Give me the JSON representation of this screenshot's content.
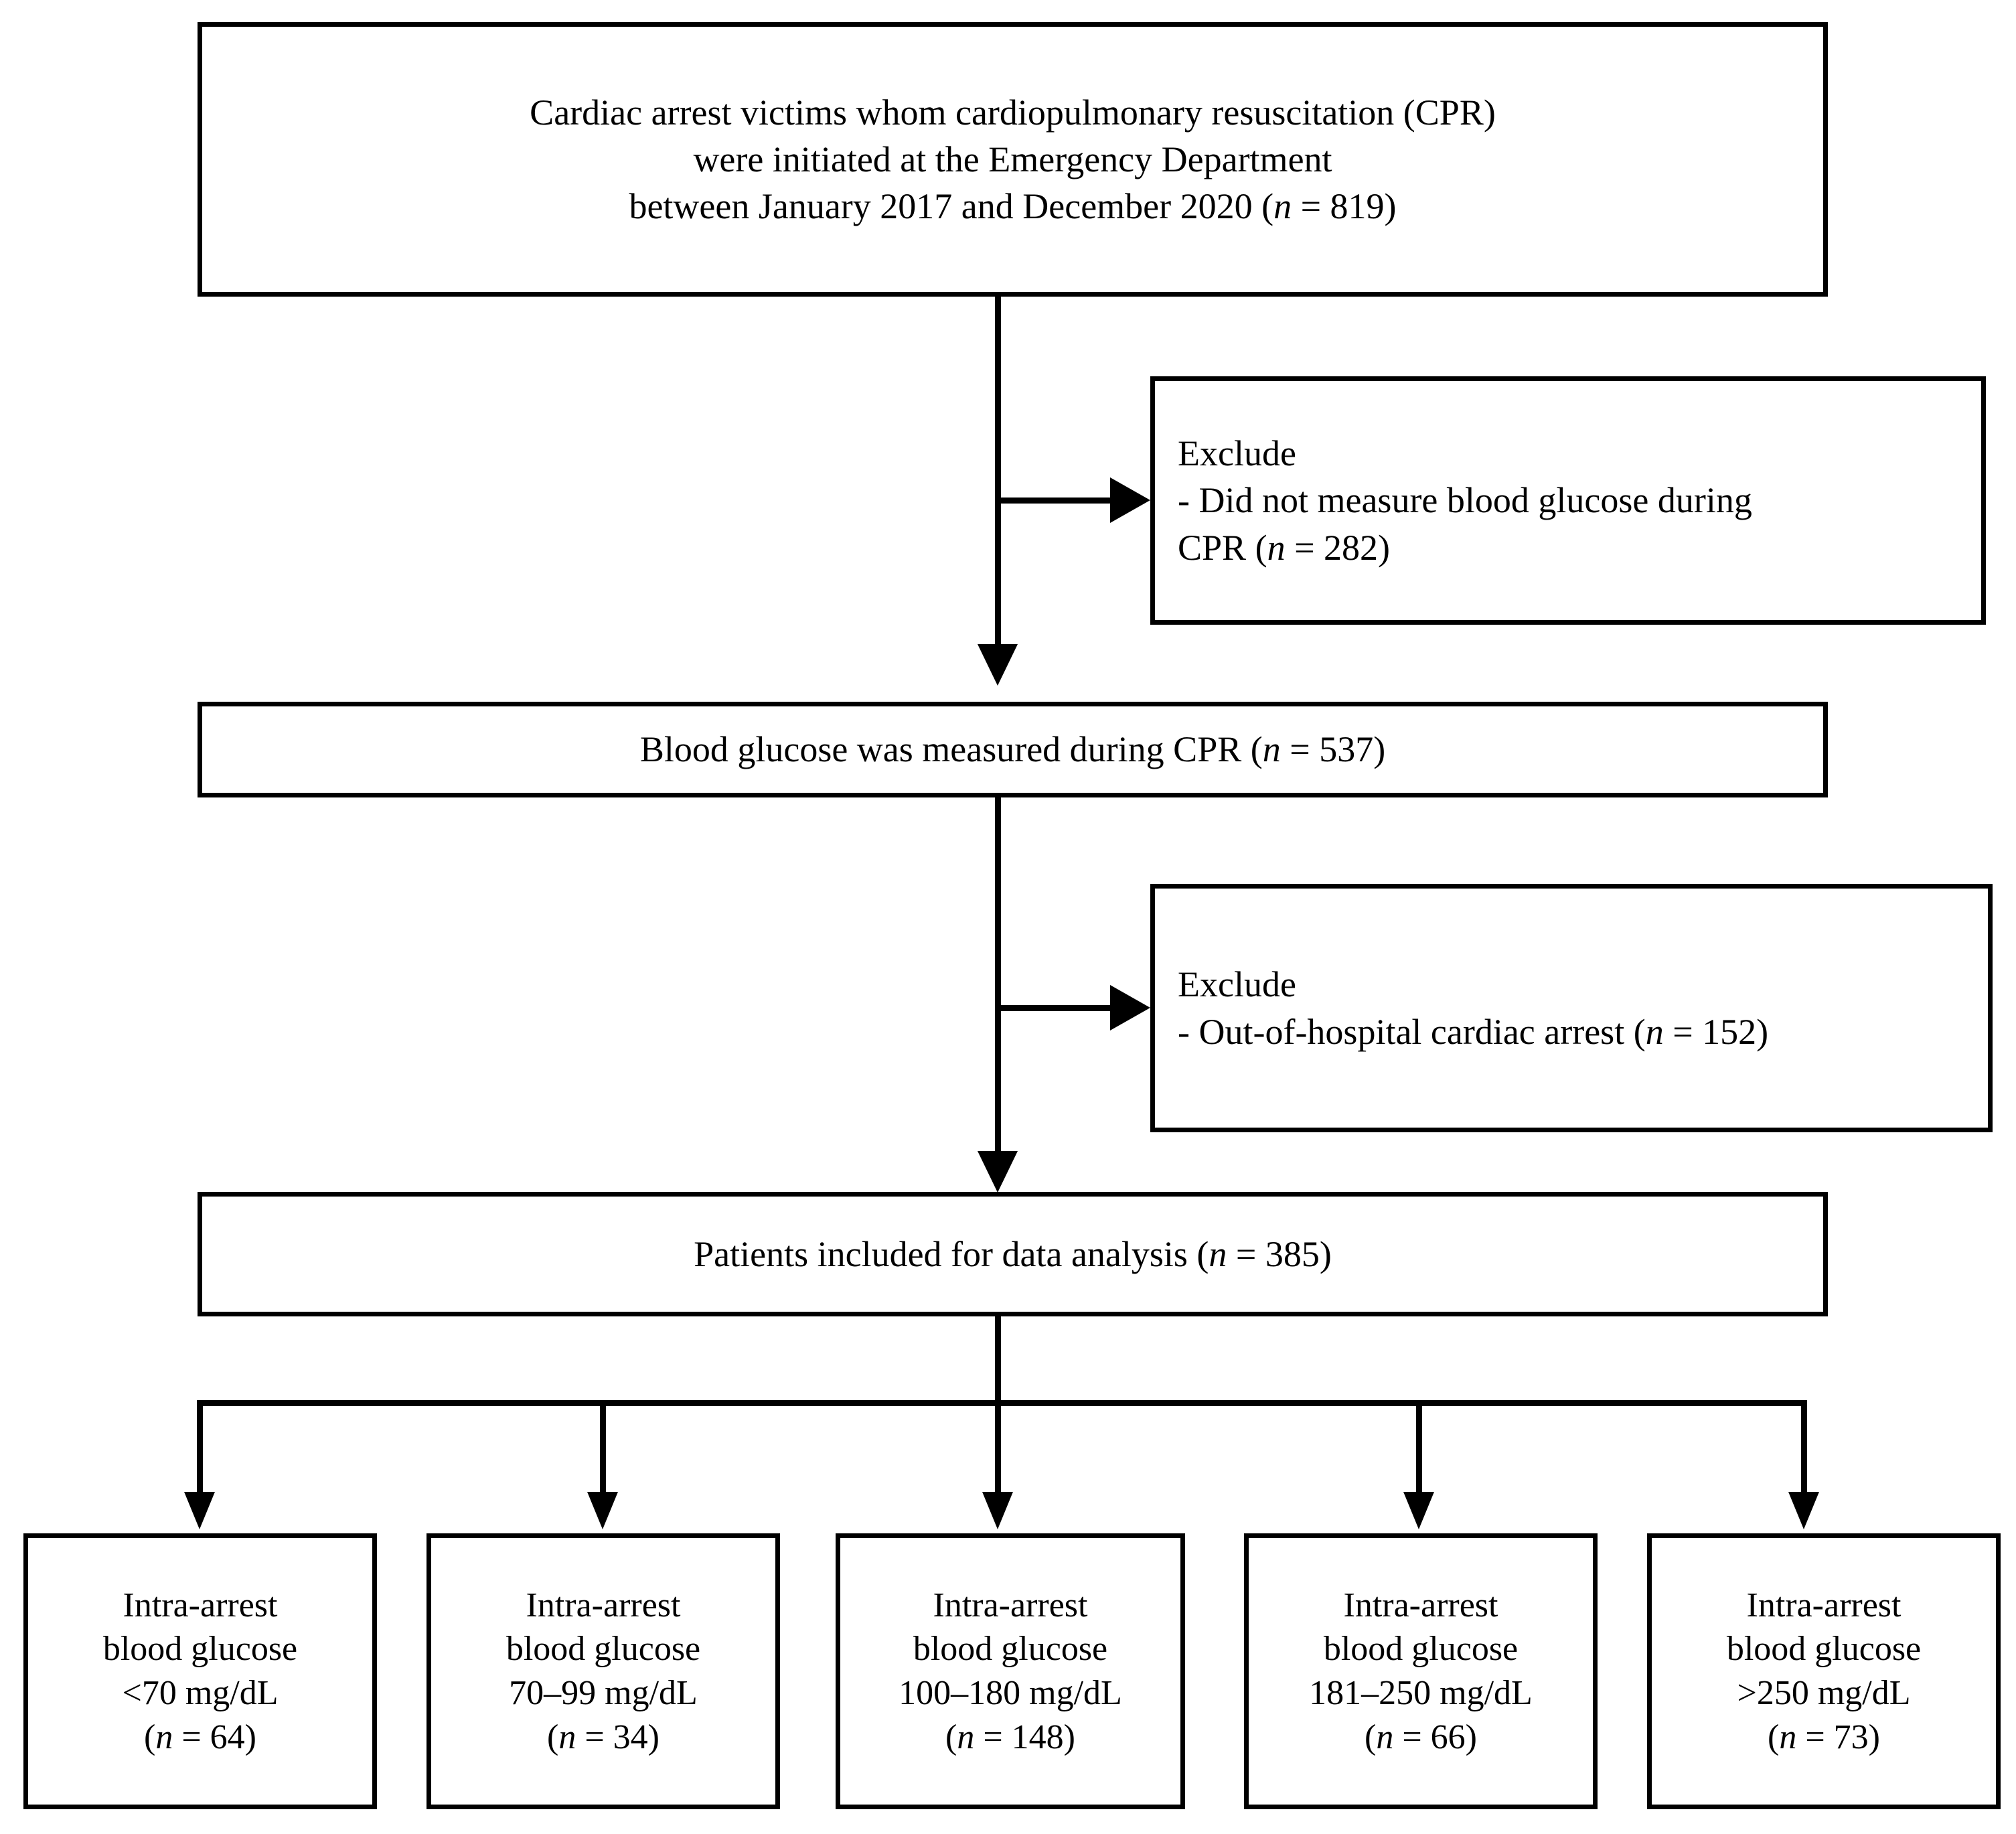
{
  "diagram": {
    "type": "patient-flow-diagram",
    "title": "Cardiac arrest CPR blood glucose study flow"
  },
  "nodes": {
    "enrollment": {
      "text": "Cardiac arrest victims whom cardiopulmonary resuscitation (CPR)\nwere initiated at the Emergency Department\nbetween January 2017 and December 2020 (n = 819)",
      "n": 819
    },
    "exclude_1": {
      "text": "Exclude\n- Did not measure blood glucose during\nCPR (n = 282)",
      "heading": "Exclude",
      "reason": "- Did not measure blood glucose during CPR",
      "n": 282
    },
    "measured": {
      "text": "Blood glucose was measured during CPR (n = 537)",
      "n": 537
    },
    "exclude_2": {
      "text": "Exclude\n- Out-of-hospital cardiac arrest (n = 152)",
      "heading": "Exclude",
      "reason": "- Out-of-hospital cardiac arrest",
      "n": 152
    },
    "included": {
      "text": "Patients included for data analysis (n = 385)",
      "n": 385
    }
  },
  "groups": [
    {
      "text": "Intra-arrest\nblood glucose\n<70 mg/dL\n(n = 64)",
      "label": "Intra-arrest blood glucose",
      "range": "<70 mg/dL",
      "n": 64
    },
    {
      "text": "Intra-arrest\nblood glucose\n70–99 mg/dL\n(n = 34)",
      "label": "Intra-arrest blood glucose",
      "range": "70–99 mg/dL",
      "n": 34
    },
    {
      "text": "Intra-arrest\nblood glucose\n100–180 mg/dL\n(n = 148)",
      "label": "Intra-arrest blood glucose",
      "range": "100–180 mg/dL",
      "n": 148
    },
    {
      "text": "Intra-arrest\nblood glucose\n181–250 mg/dL\n(n = 66)",
      "label": "Intra-arrest blood glucose",
      "range": "181–250 mg/dL",
      "n": 66
    },
    {
      "text": "Intra-arrest\nblood glucose\n>250 mg/dL\n(n = 73)",
      "label": "Intra-arrest blood glucose",
      "range": ">250 mg/dL",
      "n": 73
    }
  ],
  "style": {
    "line_color": "#000000",
    "box_fill": "#ffffff",
    "text_color": "#000000"
  }
}
